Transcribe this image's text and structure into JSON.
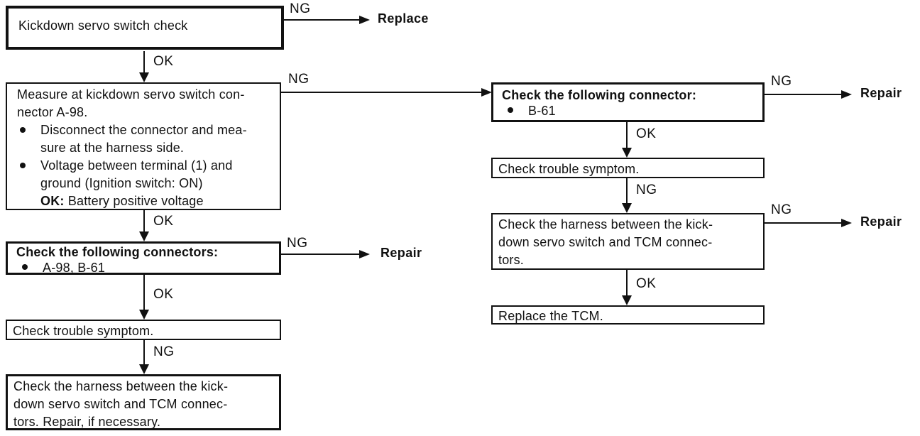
{
  "colors": {
    "ink": "#111111",
    "background": "#ffffff"
  },
  "edge_labels": {
    "ok": "OK",
    "ng": "NG"
  },
  "terminals": {
    "replace": "Replace",
    "repair": "Repair"
  },
  "boxes": {
    "servo_check": {
      "text": "Kickdown servo switch check"
    },
    "measure": {
      "intro_line1": "Measure at kickdown servo switch con-",
      "intro_line2": "nector A-98.",
      "bullet1_line1": "Disconnect the connector and mea-",
      "bullet1_line2": "sure at the harness side.",
      "bullet2_line1": "Voltage between terminal (1) and",
      "bullet2_line2": "ground (Ignition switch: ON)",
      "ok_key": "OK:",
      "ok_value": "Battery positive voltage"
    },
    "connectors_left": {
      "header": "Check the following connectors:",
      "item": "A-98, B-61"
    },
    "trouble_left": {
      "text": "Check trouble symptom."
    },
    "harness_left": {
      "line1": "Check the harness between the kick-",
      "line2": "down servo switch and TCM connec-",
      "line3": "tors. Repair, if necessary."
    },
    "connector_right": {
      "header": "Check the following connector:",
      "item": "B-61"
    },
    "trouble_right": {
      "text": "Check trouble symptom."
    },
    "harness_right": {
      "line1": "Check the harness between the kick-",
      "line2": "down servo switch and TCM connec-",
      "line3": "tors."
    },
    "replace_tcm": {
      "text": "Replace the TCM."
    }
  }
}
